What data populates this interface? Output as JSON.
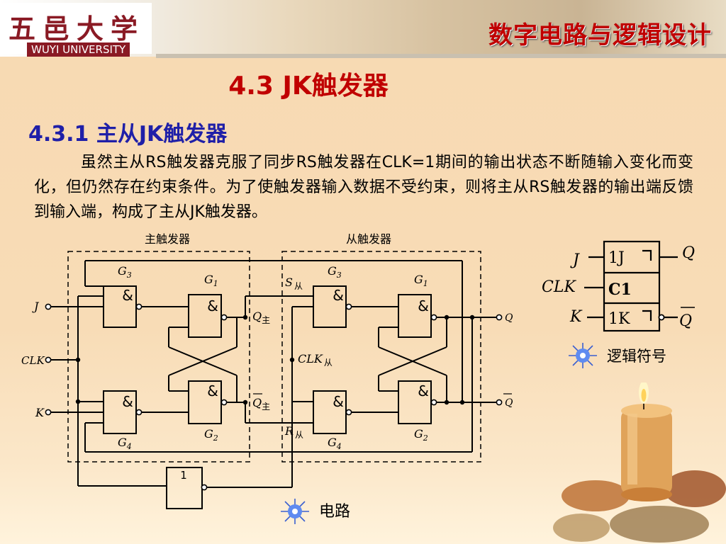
{
  "header": {
    "logo_cn": "五邑大学",
    "logo_en": "WUYI UNIVERSITY",
    "course_title": "数字电路与逻辑设计"
  },
  "slide": {
    "section_title": "4.3 JK触发器",
    "subsection_title": "4.3.1 主从JK触发器",
    "paragraph": "虽然主从RS触发器克服了同步RS触发器在CLK=1期间的输出状态不断随输入变化而变化，但仍然存在约束条件。为了使触发器输入数据不受约束，则将主从RS触发器的输出端反馈到输入端，构成了主从JK触发器。"
  },
  "circuit": {
    "master_label": "主触发器",
    "slave_label": "从触发器",
    "and_symbol": "&",
    "nor_symbol": "1",
    "inputs": {
      "j": "J",
      "clk": "CLK",
      "k": "K"
    },
    "outputs": {
      "q": "Q",
      "qbar": "Q"
    },
    "master_gates": {
      "g3": "G",
      "g3_sub": "3",
      "g1": "G",
      "g1_sub": "1",
      "g2": "G",
      "g2_sub": "2",
      "g4": "G",
      "g4_sub": "4"
    },
    "slave_gates": {
      "g3": "G",
      "g3_sub": "3",
      "g1": "G",
      "g1_sub": "1",
      "g2": "G",
      "g2_sub": "2",
      "g4": "G",
      "g4_sub": "4"
    },
    "signals": {
      "q_master": "Q",
      "q_master_sub": "主",
      "qbar_master": "Q",
      "qbar_master_sub": "主",
      "s_slave": "S",
      "s_slave_sub": "从",
      "r_slave": "R",
      "r_slave_sub": "从",
      "clk_slave": "CLK",
      "clk_slave_sub": "从"
    }
  },
  "symbol": {
    "left_j": "J",
    "left_clk": "CLK",
    "left_k": "K",
    "pin_1j": "1J",
    "pin_c1": "C1",
    "pin_1k": "1K",
    "out_q": "Q",
    "out_qbar": "Q"
  },
  "legend": {
    "symbol_label": "逻辑符号",
    "circuit_label": "电路"
  },
  "colors": {
    "accent_red": "#c00000",
    "accent_blue": "#1f1fa8",
    "logo_red": "#8a1a24"
  }
}
